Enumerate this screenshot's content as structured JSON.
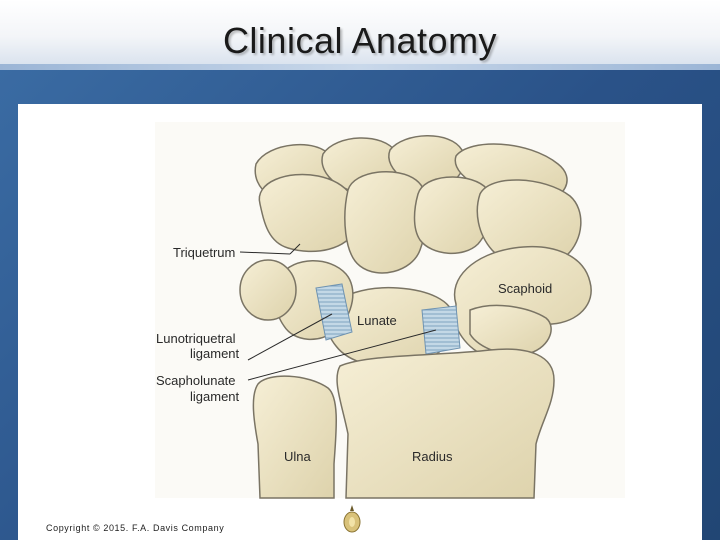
{
  "slide": {
    "title": "Clinical Anatomy",
    "footer": "Copyright © 2015. F.A. Davis Company"
  },
  "figure": {
    "labels": {
      "triquetrum": "Triquetrum",
      "scaphoid": "Scaphoid",
      "lunate": "Lunate",
      "lunotriquetral_1": "Lunotriquetral",
      "lunotriquetral_2": "ligament",
      "scapholunate_1": "Scapholunate",
      "scapholunate_2": "ligament",
      "ulna": "Ulna",
      "radius": "Radius"
    }
  },
  "colors": {
    "bone": "#ece3c4",
    "bone_outline": "#7a7464",
    "ligament": "#a9c7dd",
    "slide_blue": "#2f5d93"
  },
  "icons": {
    "logo": "publisher-logo-icon"
  }
}
